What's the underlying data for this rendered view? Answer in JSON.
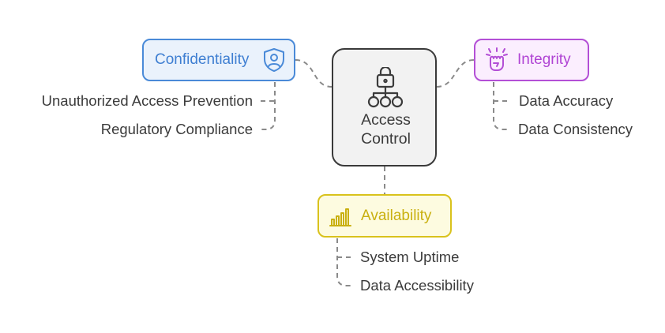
{
  "diagram": {
    "center": {
      "line1": "Access",
      "line2": "Control",
      "icon": "lock-hierarchy-icon"
    },
    "branches": {
      "confidentiality": {
        "title": "Confidentiality",
        "icon": "shield-user-icon",
        "color": "#4a8ad8",
        "fill": "#eaf2fc",
        "items": [
          "Unauthorized Access Prevention",
          "Regulatory Compliance"
        ]
      },
      "integrity": {
        "title": "Integrity",
        "icon": "fist-icon",
        "color": "#b34fd6",
        "fill": "#fbeefe",
        "items": [
          "Data Accuracy",
          "Data Consistency"
        ]
      },
      "availability": {
        "title": "Availability",
        "icon": "bar-chart-icon",
        "color": "#d9c21c",
        "fill": "#fdfbe0",
        "items": [
          "System Uptime",
          "Data Accessibility"
        ]
      }
    }
  }
}
